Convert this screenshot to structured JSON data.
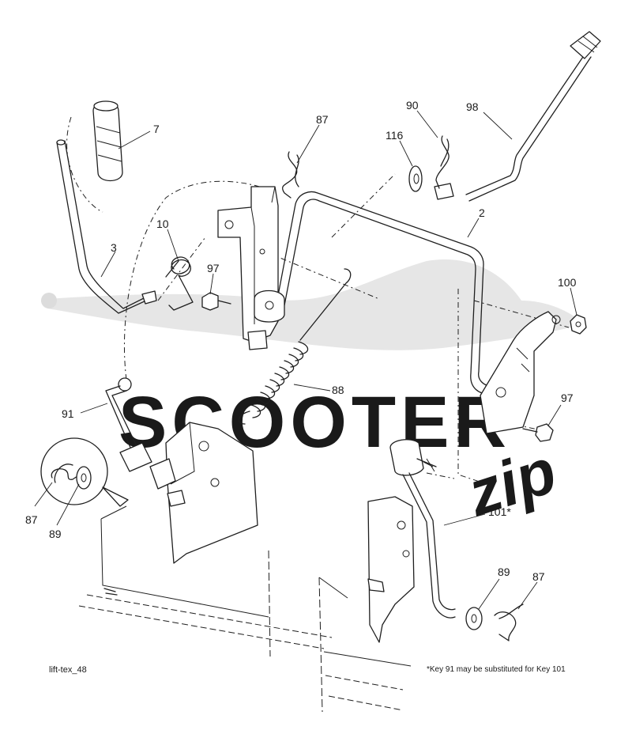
{
  "watermark": {
    "brand": "SCOOTER",
    "suffix": "zip",
    "color": "#d9d9d9"
  },
  "callouts": [
    {
      "id": "c7",
      "label": "7"
    },
    {
      "id": "c3",
      "label": "3"
    },
    {
      "id": "c10",
      "label": "10"
    },
    {
      "id": "c97a",
      "label": "97"
    },
    {
      "id": "c87a",
      "label": "87"
    },
    {
      "id": "c90",
      "label": "90"
    },
    {
      "id": "c116",
      "label": "116"
    },
    {
      "id": "c98",
      "label": "98"
    },
    {
      "id": "c2",
      "label": "2"
    },
    {
      "id": "c100",
      "label": "100"
    },
    {
      "id": "c88",
      "label": "88"
    },
    {
      "id": "c97b",
      "label": "97"
    },
    {
      "id": "c91",
      "label": "91"
    },
    {
      "id": "c87b",
      "label": "87"
    },
    {
      "id": "c89a",
      "label": "89"
    },
    {
      "id": "c101",
      "label": "101*"
    },
    {
      "id": "c89b",
      "label": "89"
    },
    {
      "id": "c87c",
      "label": "87"
    }
  ],
  "figure_ref": "lift-tex_48",
  "footnote": "*Key 91 may be substituted for Key 101",
  "colors": {
    "ink": "#1f1f1f",
    "background": "#ffffff"
  }
}
